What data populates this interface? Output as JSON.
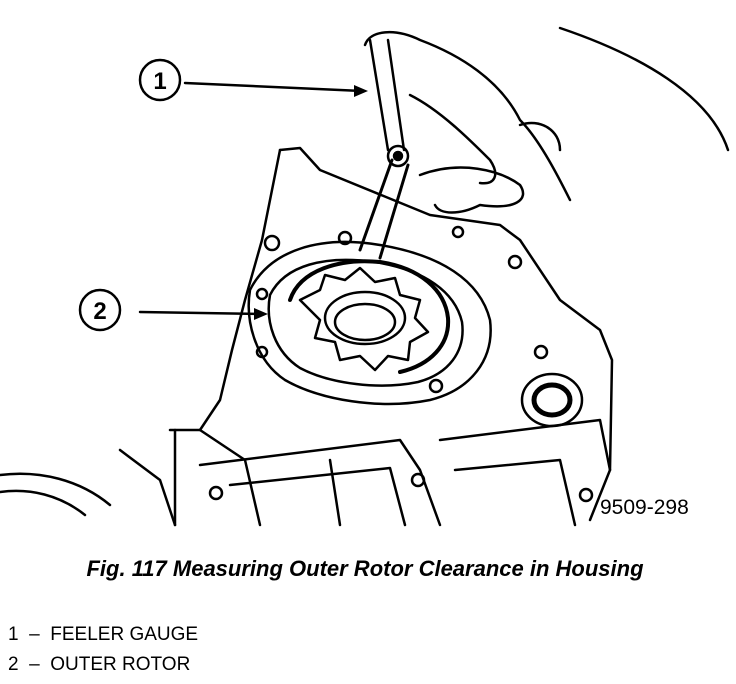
{
  "figure": {
    "callouts": [
      {
        "number": "1"
      },
      {
        "number": "2"
      }
    ],
    "code": "9509-298",
    "caption": "Fig. 117 Measuring Outer Rotor Clearance in Housing",
    "legend": [
      {
        "text": "1  –  FEELER GAUGE"
      },
      {
        "text": "2  –  OUTER ROTOR"
      }
    ]
  }
}
